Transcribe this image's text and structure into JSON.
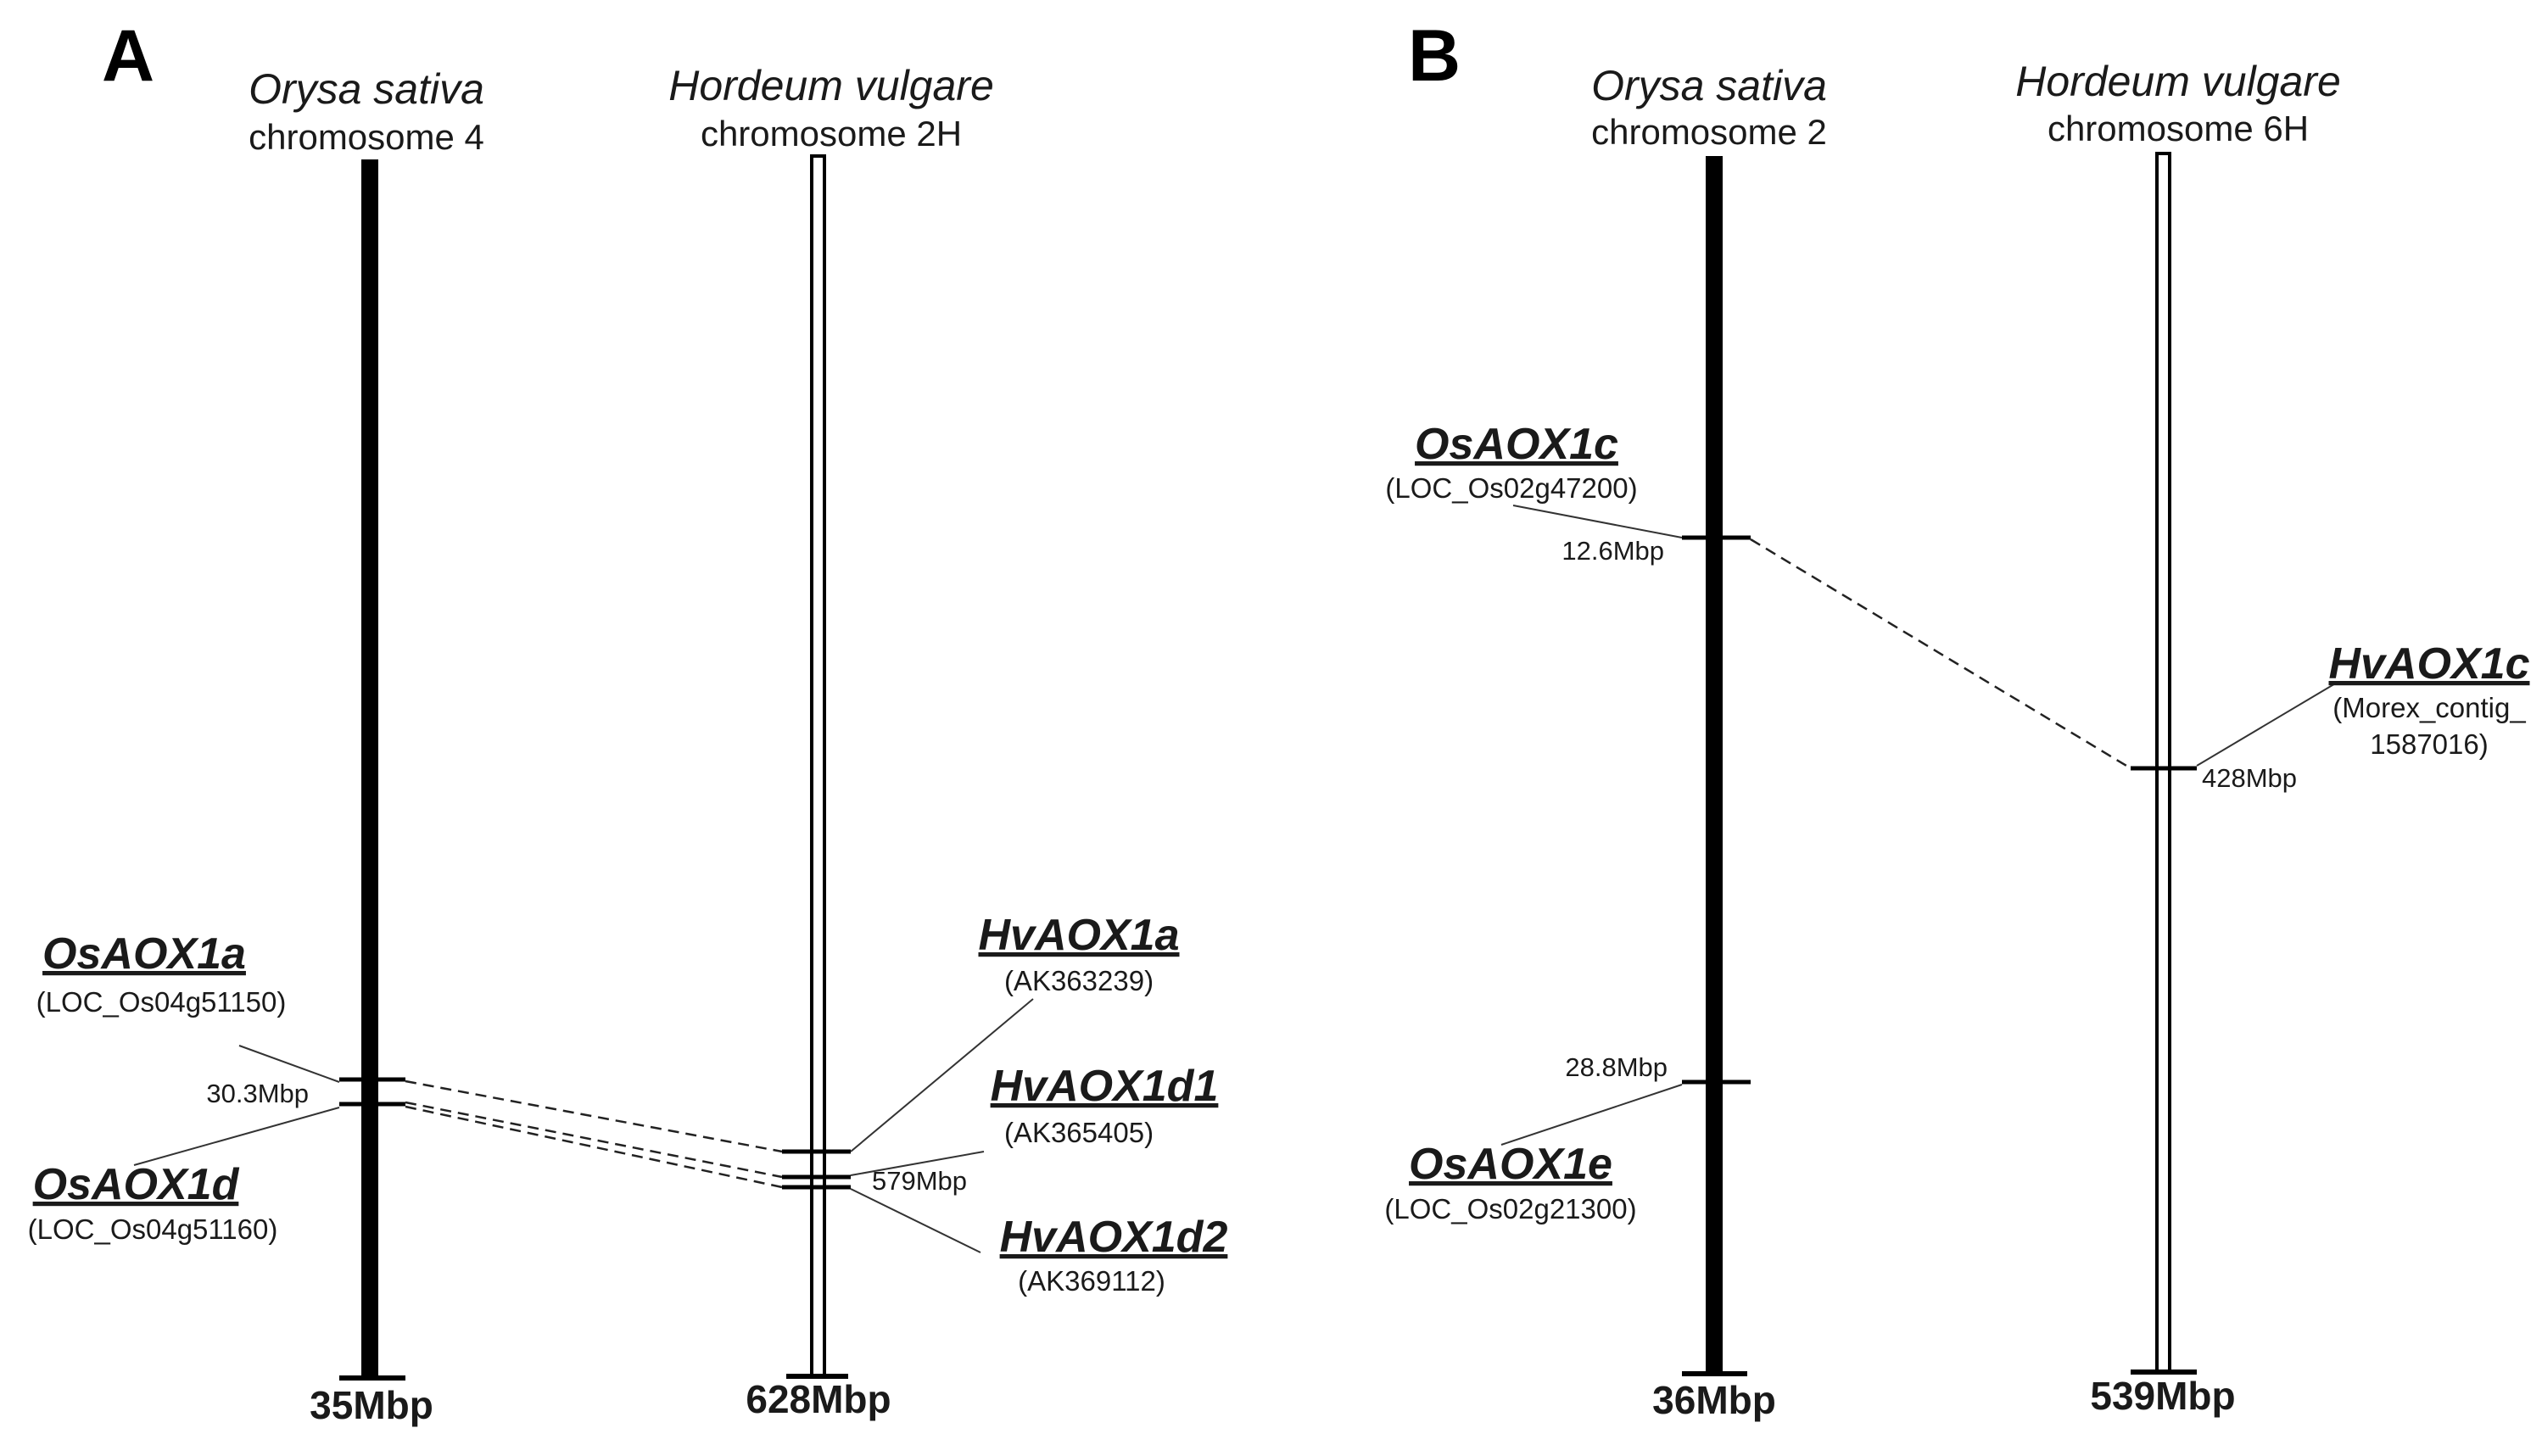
{
  "panels": [
    {
      "label": "A",
      "chromosomes": [
        {
          "species": "Orysa sativa",
          "name": "chromosome 4",
          "end_label": "35Mbp",
          "style": "filled"
        },
        {
          "species": "Hordeum vulgare",
          "name": "chromosome 2H",
          "end_label": "628Mbp",
          "style": "hollow"
        }
      ],
      "genes": [
        {
          "name": "OsAOX1a",
          "accession": "(LOC_Os04g51150)"
        },
        {
          "name": "OsAOX1d",
          "accession": "(LOC_Os04g51160)"
        },
        {
          "name": "HvAOX1a",
          "accession": "(AK363239)"
        },
        {
          "name": "HvAOX1d1",
          "accession": "(AK365405)"
        },
        {
          "name": "HvAOX1d2",
          "accession": "(AK369112)"
        }
      ],
      "positions": [
        "30.3Mbp",
        "579Mbp"
      ]
    },
    {
      "label": "B",
      "chromosomes": [
        {
          "species": "Orysa sativa",
          "name": "chromosome 2",
          "end_label": "36Mbp",
          "style": "filled"
        },
        {
          "species": "Hordeum vulgare",
          "name": "chromosome 6H",
          "end_label": "539Mbp",
          "style": "hollow"
        }
      ],
      "genes": [
        {
          "name": "OsAOX1c",
          "accession": "(LOC_Os02g47200)"
        },
        {
          "name": "OsAOX1e",
          "accession": "(LOC_Os02g21300)"
        },
        {
          "name": "HvAOX1c",
          "accession_lines": [
            "(Morex_contig_",
            "1587016)"
          ]
        }
      ],
      "positions": [
        "12.6Mbp",
        "28.8Mbp",
        "428Mbp"
      ]
    }
  ],
  "colors": {
    "filled_chromosome": "#000000",
    "outline": "#000000",
    "text": "#1a1a1a"
  }
}
